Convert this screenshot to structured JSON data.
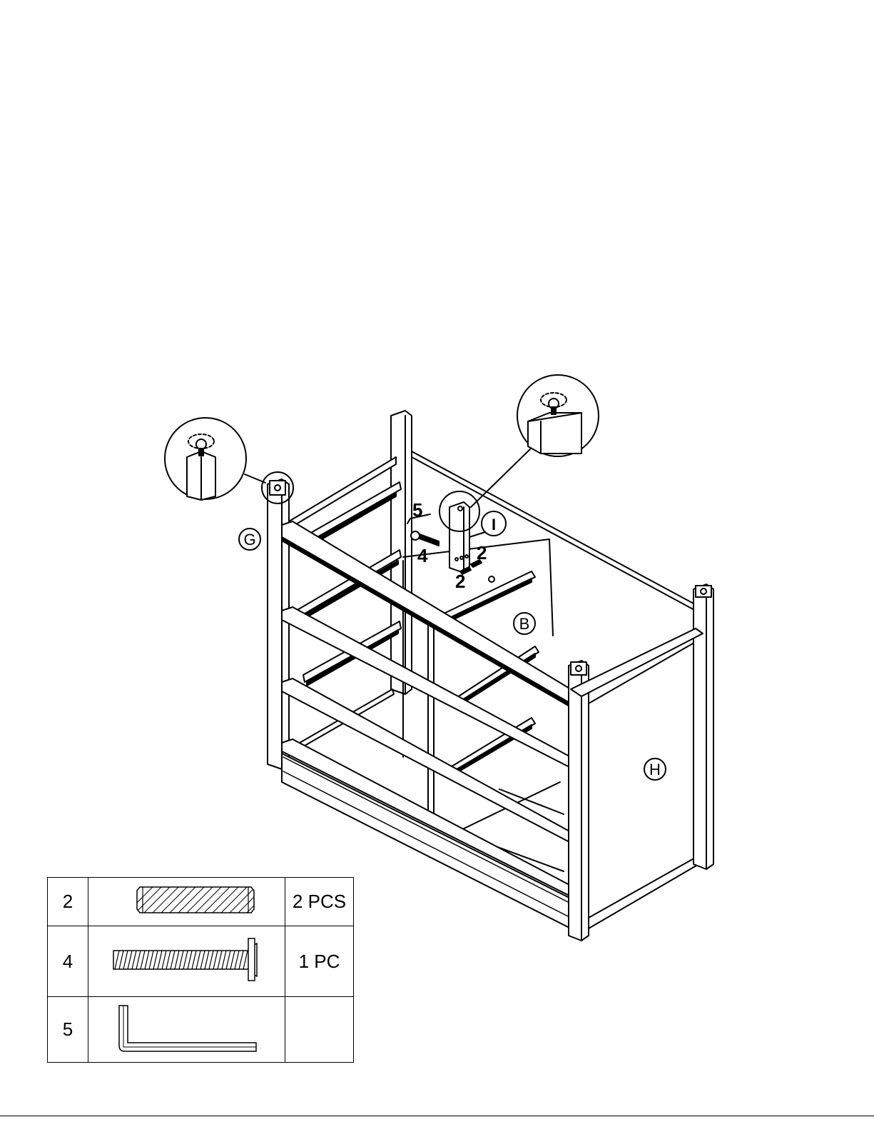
{
  "diagram": {
    "part_labels": {
      "G": "G",
      "B": "B",
      "H": "H",
      "I": "I"
    },
    "callout_numbers": {
      "hex_key": "5",
      "bolt": "4",
      "dowel_right": "2",
      "dowel_lower": "2"
    }
  },
  "parts_table": {
    "rows": [
      {
        "number": "2",
        "item_icon": "wooden-dowel-icon",
        "quantity": "2 PCS"
      },
      {
        "number": "4",
        "item_icon": "bolt-icon",
        "quantity": "1 PC"
      },
      {
        "number": "5",
        "item_icon": "allen-key-icon",
        "quantity": ""
      }
    ]
  }
}
